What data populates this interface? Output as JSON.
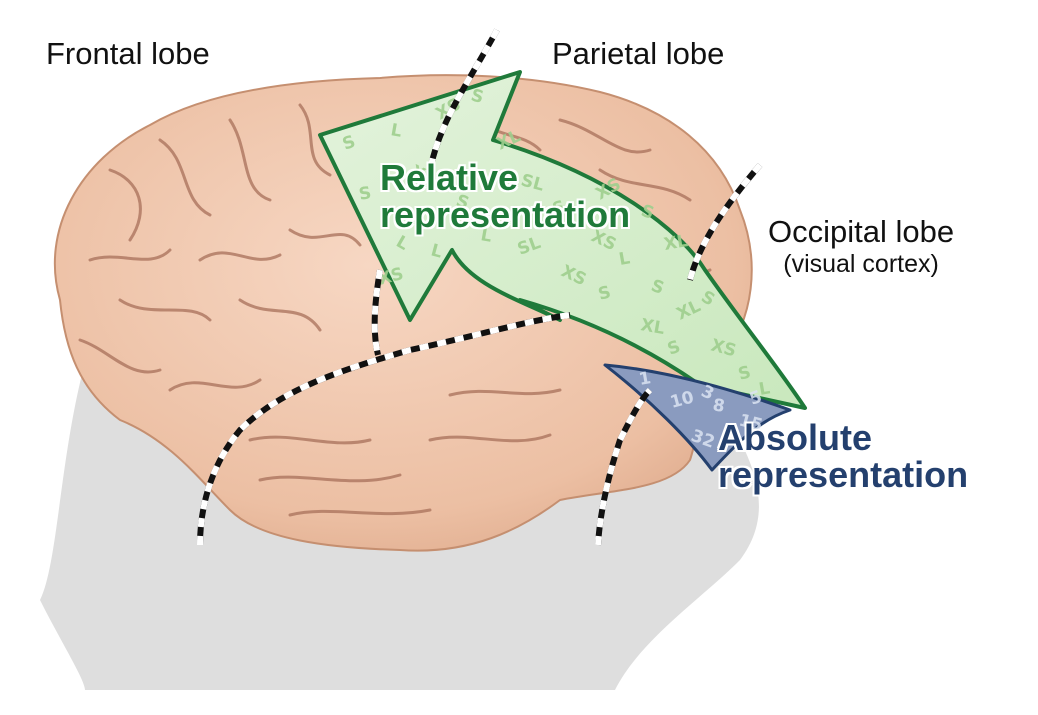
{
  "labels": {
    "frontal": "Frontal lobe",
    "parietal": "Parietal lobe",
    "occipital": "Occipital lobe",
    "occipital_sub": "(visual cortex)",
    "relative_line1": "Relative",
    "relative_line2": "representation",
    "absolute_line1": "Absolute",
    "absolute_line2": "representation"
  },
  "arrow_glyphs": [
    "S",
    "L",
    "XS",
    "S",
    "XL",
    "S",
    "L",
    "XS",
    "S",
    "XL",
    "SL",
    "S",
    "XS",
    "L",
    "S",
    "XL",
    "XS",
    "S",
    "L",
    "SL",
    "XS",
    "S",
    "XL",
    "S",
    "L",
    "XS",
    "S",
    "XL",
    "S",
    "L"
  ],
  "absolute_glyphs": [
    "10",
    "32",
    "8",
    "5",
    "15",
    "1",
    "3"
  ],
  "colors": {
    "relative": "#1f7a3a",
    "absolute": "#24406e",
    "brain": "#efc3a8",
    "head": "#dedede"
  }
}
